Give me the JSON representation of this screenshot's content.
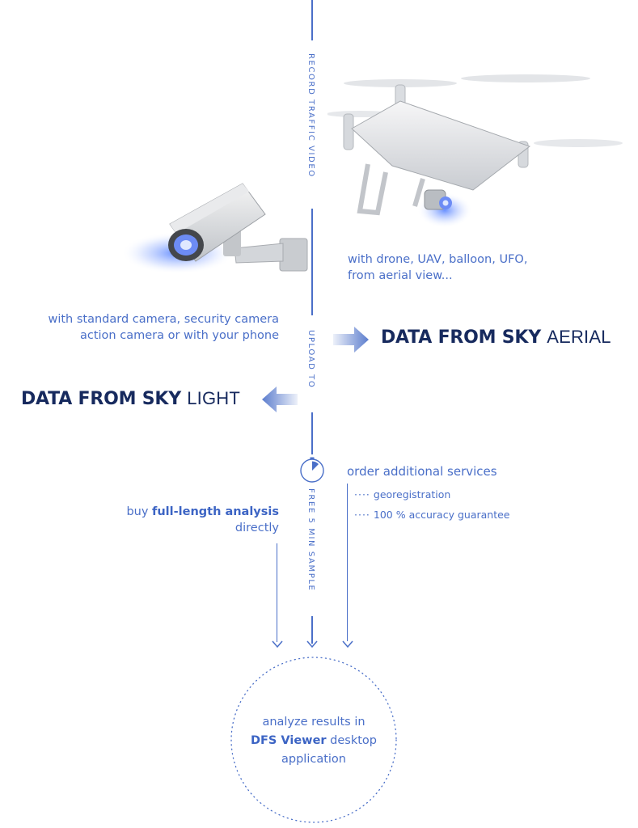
{
  "steps": {
    "record": "RECORD TRAFFIC VIDEO",
    "upload": "UPLOAD TO",
    "sample": "FREE 5 MIN SAMPLE"
  },
  "drone": {
    "line1": "with drone, UAV, balloon, UFO,",
    "line2": "from aerial view..."
  },
  "camera": {
    "line1": "with standard camera, security camera",
    "line2": "action camera or with your phone"
  },
  "products": {
    "aerial": {
      "strong": "DATA FROM SKY",
      "light": "AERIAL"
    },
    "light": {
      "strong": "DATA FROM SKY",
      "light": "LIGHT"
    }
  },
  "buy": {
    "prefix": "buy ",
    "bold": "full-length analysis",
    "line2": "directly"
  },
  "services": {
    "title": "order additional services",
    "items": [
      "georegistration",
      "100 % accuracy guarantee"
    ],
    "dots": "····"
  },
  "result": {
    "line1": "analyze results in",
    "bold": "DFS Viewer",
    "line2_suffix": " desktop",
    "line3": "application"
  },
  "colors": {
    "accent": "#4a6fc8",
    "brand": "#172a5e",
    "glow": "#9fb8ff"
  }
}
